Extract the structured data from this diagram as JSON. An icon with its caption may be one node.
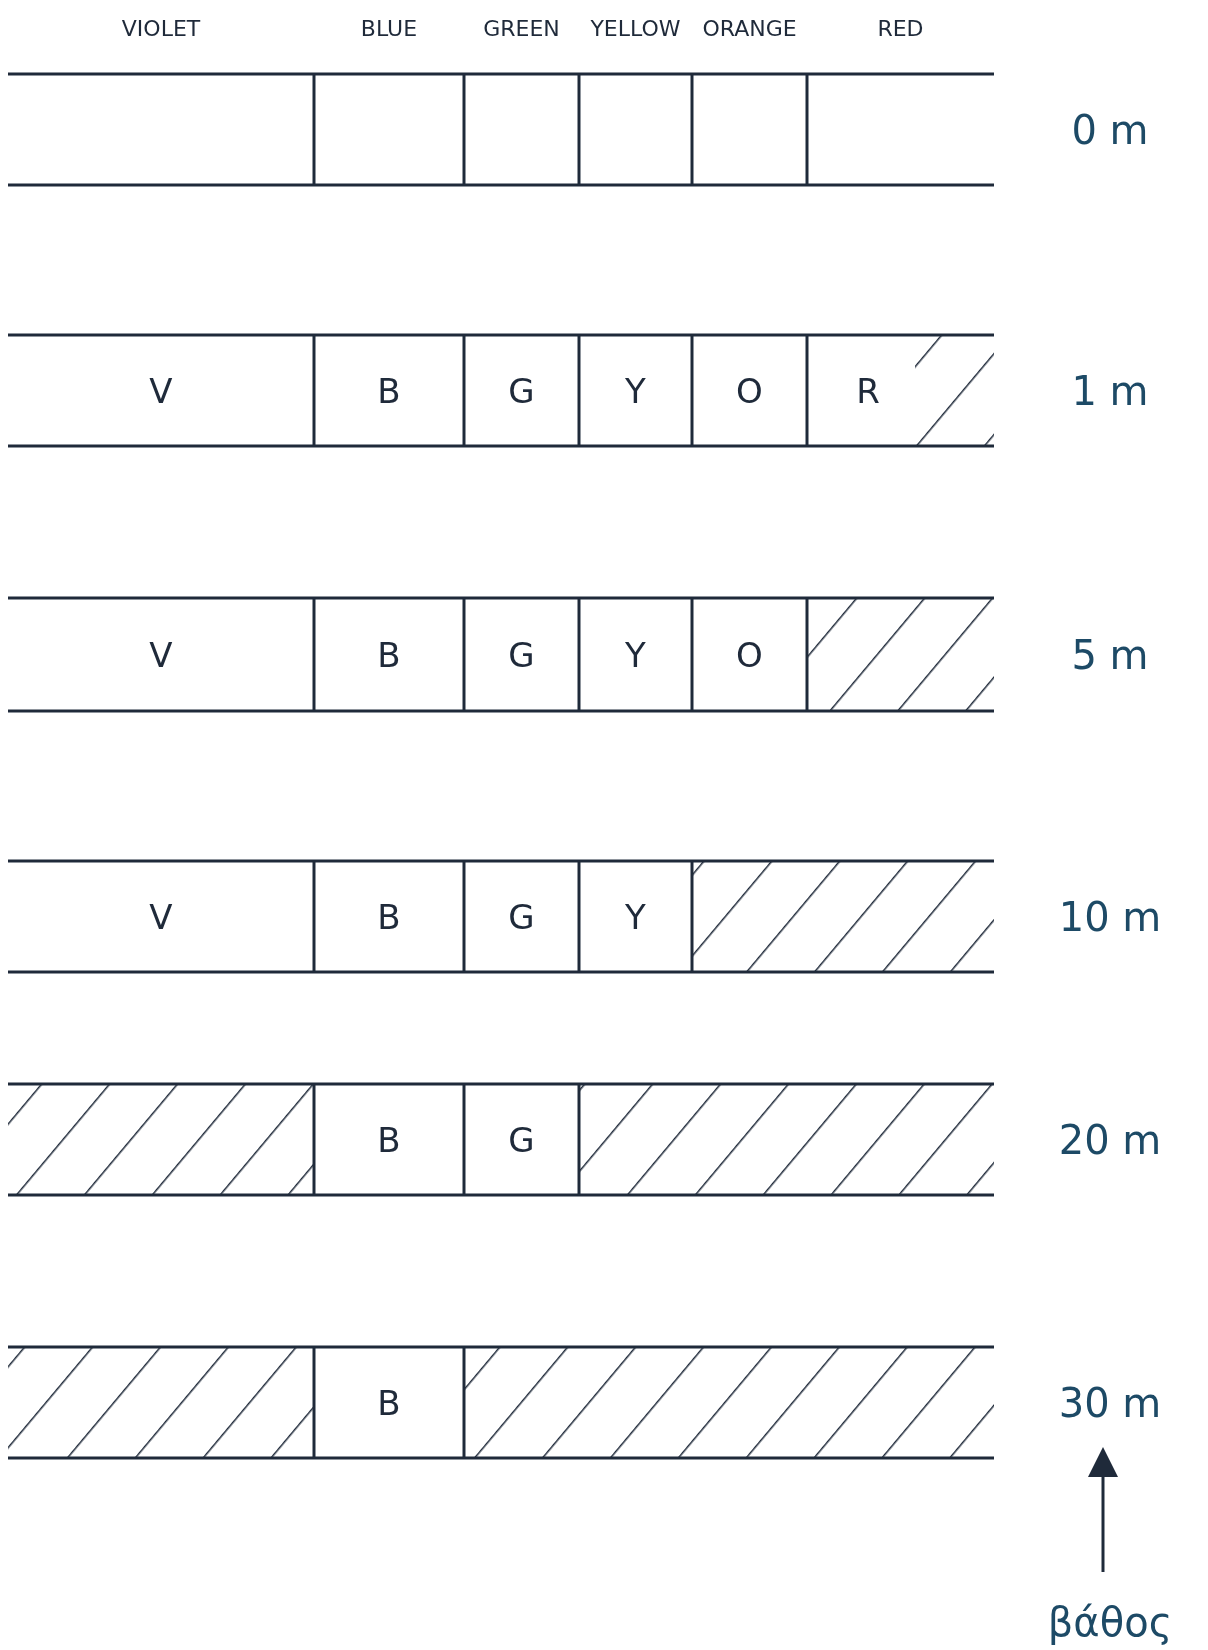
{
  "diagram": {
    "labels": [
      "VIOLET",
      "BLUE",
      "GREEN",
      "YELLOW",
      "ORANGE",
      "RED",
      "0 m",
      "V",
      "B",
      "G",
      "Y",
      "O",
      "R",
      "1 m",
      "V",
      "B",
      "G",
      "Y",
      "O",
      "5 m",
      "V",
      "B",
      "G",
      "Y",
      "10 m",
      "B",
      "G",
      "20 m",
      "B",
      "30 m",
      "βάθος"
    ]
  }
}
